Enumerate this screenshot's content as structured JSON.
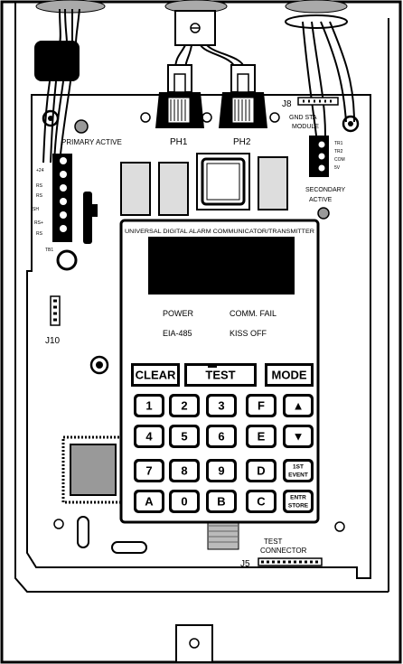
{
  "labels": {
    "primary_active": "PRIMARY ACTIVE",
    "secondary_active_1": "SECONDARY",
    "secondary_active_2": "ACTIVE",
    "ph1": "PH1",
    "ph2": "PH2",
    "j8": "J8",
    "gnd_start_1": "GND STA",
    "gnd_start_2": "MODULE",
    "j10": "J10",
    "j5": "J5",
    "test_connector_1": "TEST",
    "test_connector_2": "CONNECTOR",
    "tb1": "TB1",
    "device_title": "UNIVERSAL DIGITAL ALARM COMMUNICATOR/TRANSMITTER",
    "power": "POWER",
    "comm_fail": "COMM. FAIL",
    "eia485": "EIA-485",
    "kiss_off": "KISS OFF",
    "terminal_left": [
      "+24",
      "RS",
      "RS",
      "SH",
      "RS+",
      "RS"
    ],
    "terminal_right": [
      "TR1",
      "TR2",
      "COM",
      "5V"
    ]
  },
  "keys": {
    "clear": "CLEAR",
    "test": "TEST",
    "mode": "MODE",
    "row1": [
      "1",
      "2",
      "3",
      "F",
      "▲"
    ],
    "row2": [
      "4",
      "5",
      "6",
      "E",
      "▼"
    ],
    "row3": [
      "7",
      "8",
      "9",
      "D"
    ],
    "row3_last": [
      "1ST",
      "EVENT"
    ],
    "row4": [
      "A",
      "0",
      "B",
      "C"
    ],
    "row4_last": [
      "ENTR",
      "STORE"
    ]
  }
}
